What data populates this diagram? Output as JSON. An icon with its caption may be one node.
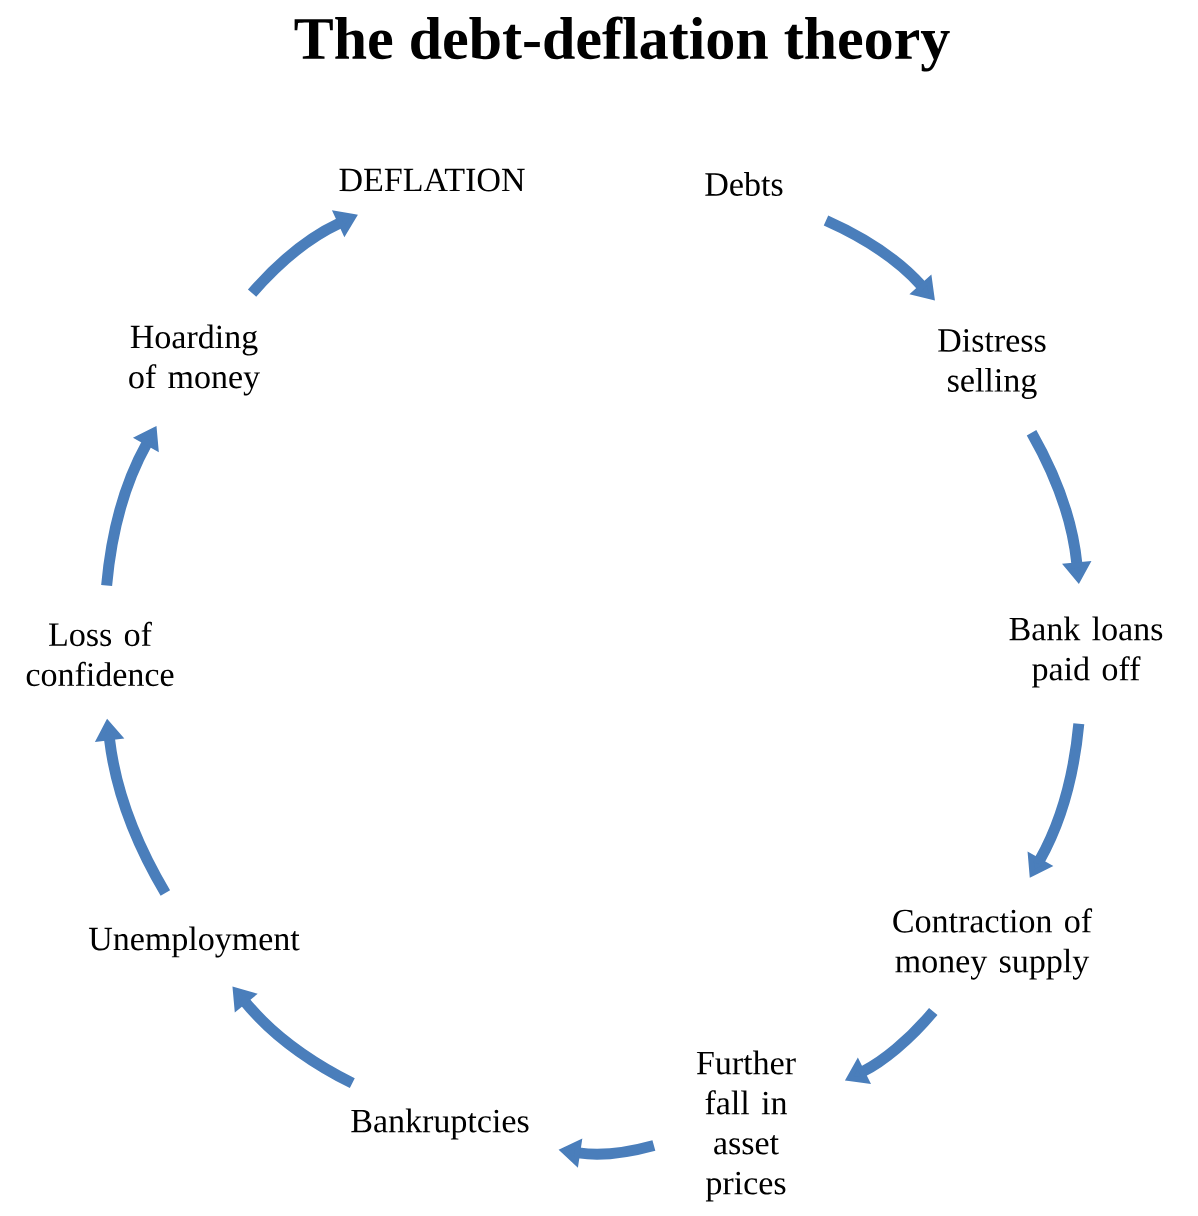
{
  "diagram": {
    "title": "The debt-deflation theory",
    "nodes": [
      {
        "text": [
          "Debts"
        ]
      },
      {
        "text": [
          "Distress selling"
        ]
      },
      {
        "text": [
          "Bank loans paid off"
        ]
      },
      {
        "text": [
          "Contraction of money supply"
        ]
      },
      {
        "text": [
          "Further fall in asset prices"
        ]
      },
      {
        "text": [
          "Bankruptcies"
        ]
      },
      {
        "text": [
          "Unemployment"
        ]
      },
      {
        "text": [
          "Loss of confidence"
        ]
      },
      {
        "text": [
          "Hoarding of money"
        ]
      },
      {
        "text": [
          "DEFLATION"
        ]
      }
    ],
    "edges": [
      {
        "from": 0,
        "to": 1,
        "arrow": "to"
      },
      {
        "from": 1,
        "to": 2,
        "arrow": "to"
      },
      {
        "from": 2,
        "to": 3,
        "arrow": "to"
      },
      {
        "from": 3,
        "to": 4,
        "arrow": "to"
      },
      {
        "from": 4,
        "to": 5,
        "arrow": "to"
      },
      {
        "from": 5,
        "to": 6,
        "arrow": "to"
      },
      {
        "from": 6,
        "to": 7,
        "arrow": "to"
      },
      {
        "from": 7,
        "to": 8,
        "arrow": "to"
      },
      {
        "from": 8,
        "to": 9,
        "arrow": "to"
      }
    ]
  }
}
